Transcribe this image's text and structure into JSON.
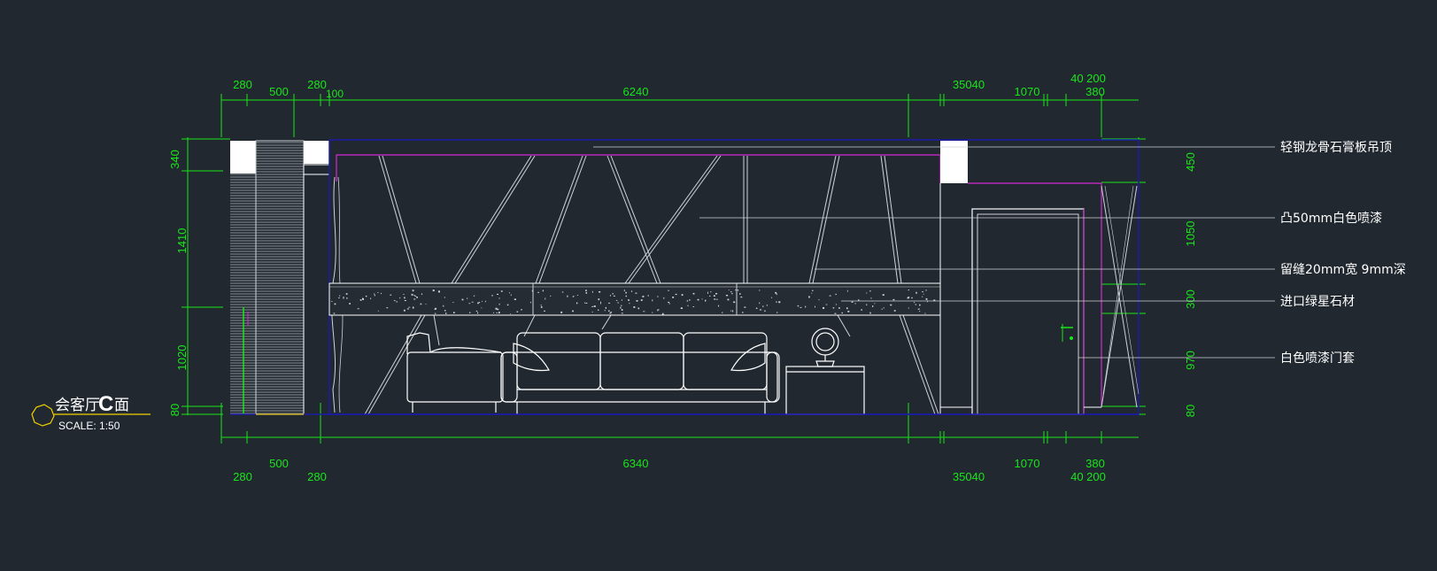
{
  "drawing": {
    "title_prefix": "会客厅",
    "title_letter": "C",
    "title_suffix": "面",
    "scale_label": "SCALE:  1:50"
  },
  "dims": {
    "top": {
      "d1": "280",
      "d2": "500",
      "d3": "280",
      "d4": "100",
      "d5": "6240",
      "d6": "35040",
      "d7": "1070",
      "d8": "40 200",
      "d9": "380"
    },
    "bottom": {
      "d1": "280",
      "d2": "500",
      "d3": "280",
      "d4": "6340",
      "d5": "35040",
      "d6": "1070",
      "d7": "40 200",
      "d8": "380"
    },
    "left": {
      "d1": "340",
      "d2": "1410",
      "d3": "1020",
      "d4": "80"
    },
    "right": {
      "d1": "450",
      "d2": "1050",
      "d3": "300",
      "d4": "970",
      "d5": "80"
    }
  },
  "notes": [
    "轻钢龙骨石膏板吊顶",
    "凸50mm白色喷漆",
    "留缝20mm宽  9mm深",
    "进口绿星石材",
    "白色喷漆门套"
  ],
  "colors": {
    "background": "#212830",
    "dimension": "#19e619",
    "outline": "#1a1aa8",
    "magenta": "#d42ad4",
    "white": "#ffffff"
  }
}
